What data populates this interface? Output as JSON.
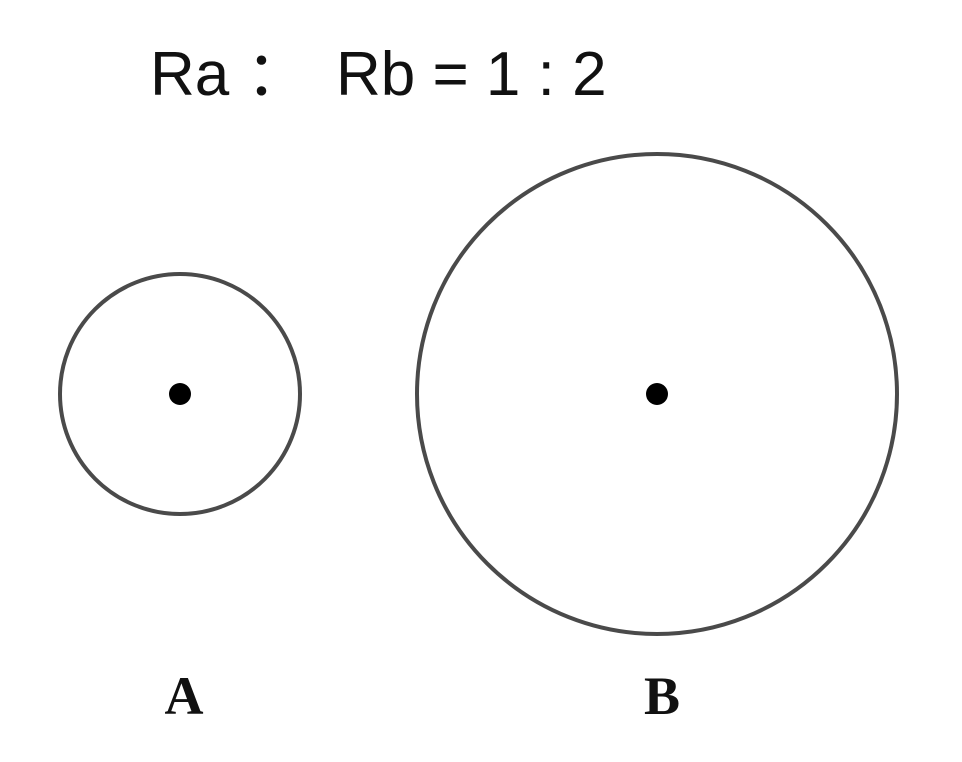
{
  "ratio": {
    "left_term": "Ra",
    "separator": "：",
    "right_side": "Rb = 1 : 2"
  },
  "circles": [
    {
      "label": "A",
      "relative_radius": 1
    },
    {
      "label": "B",
      "relative_radius": 2
    }
  ],
  "colors": {
    "outline": "#4a4a4a",
    "dot": "#000000",
    "text": "#111111"
  }
}
